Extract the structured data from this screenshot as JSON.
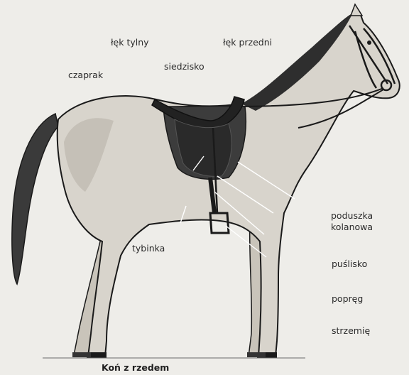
{
  "labels": {
    "lek_tylny": "łęk tylny",
    "lek_przedni": "łęk przedni",
    "czaprak": "czaprak",
    "siedzisko": "siedzisko",
    "tybinka": "tybinka",
    "poduszka_line1": "poduszka",
    "poduszka_line2": "kolanowa",
    "puslisko": "puślisko",
    "popreg": "popręg",
    "strzemie": "strzemię"
  },
  "caption": "Koń z rzedem",
  "colors": {
    "background": "#eeede9",
    "ink": "#1a1a1a",
    "horse_fill": "#d8d4cc",
    "saddle": "#2a2a2a"
  }
}
